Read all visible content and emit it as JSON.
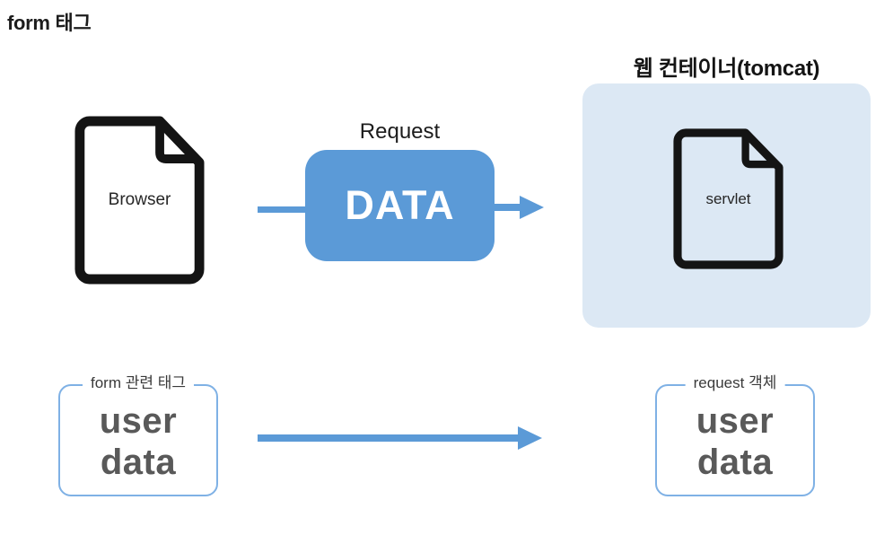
{
  "title": "form 태그",
  "top_flow": {
    "browser": {
      "label": "Browser"
    },
    "request": {
      "caption": "Request",
      "box_text": "DATA"
    },
    "web_container": {
      "caption": "웹 컨테이너(tomcat)",
      "servlet_label": "servlet"
    }
  },
  "bottom_flow": {
    "form_tag_box": {
      "legend": "form 관련 태그",
      "text_line1": "user",
      "text_line2": "data"
    },
    "request_object_box": {
      "legend": "request 객체",
      "text_line1": "user",
      "text_line2": "data"
    }
  },
  "colors": {
    "accent_blue": "#5B9AD7",
    "container_bg": "#DCE8F4",
    "outline_blue": "#7FB1E5",
    "text_dark_gray": "#595959",
    "icon_black": "#141414"
  }
}
